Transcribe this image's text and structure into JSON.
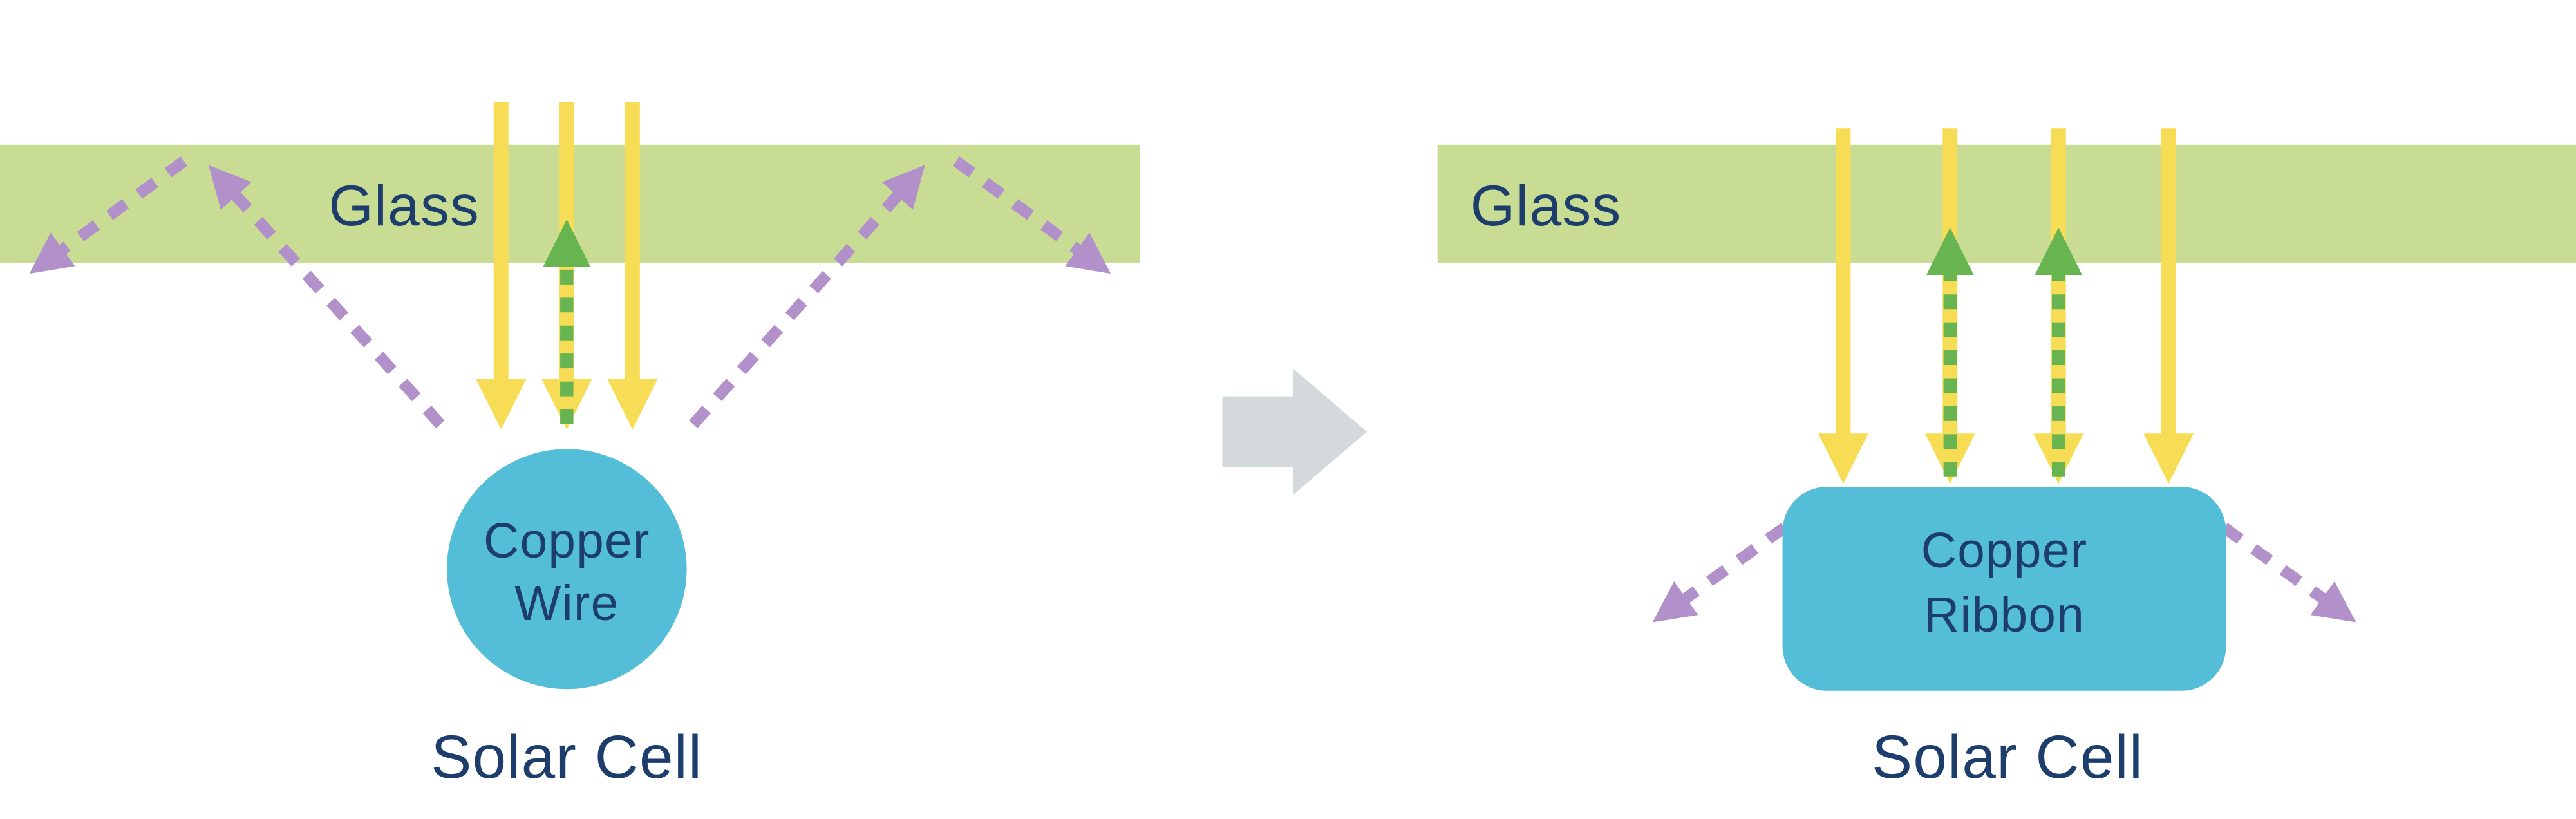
{
  "panels": {
    "left": {
      "glass_label": "Glass",
      "conductor": {
        "line1": "Copper",
        "line2": "Wire"
      },
      "cell_label": "Solar Cell"
    },
    "right": {
      "glass_label": "Glass",
      "conductor": {
        "line1": "Copper",
        "line2": "Ribbon"
      },
      "cell_label": "Solar Cell"
    }
  },
  "colors": {
    "glass_band_green": "#c8dc93",
    "label_navy": "#1d3e6c",
    "sunlight_arrow_yellow": "#f7dd55",
    "reflected_arrow_green": "#68b450",
    "scattered_arrow_purple": "#b290ca",
    "conductor_cyan": "#54bdd8",
    "transition_arrow_gray": "#d4d9dc"
  },
  "icons": {
    "sunlight-arrow": "solid yellow downward arrow",
    "reflected-light-arrow": "green dashed upward arrow",
    "scattered-light-arrow": "purple dashed diagonal arrow",
    "transition-arrow": "gray block arrow pointing right"
  }
}
